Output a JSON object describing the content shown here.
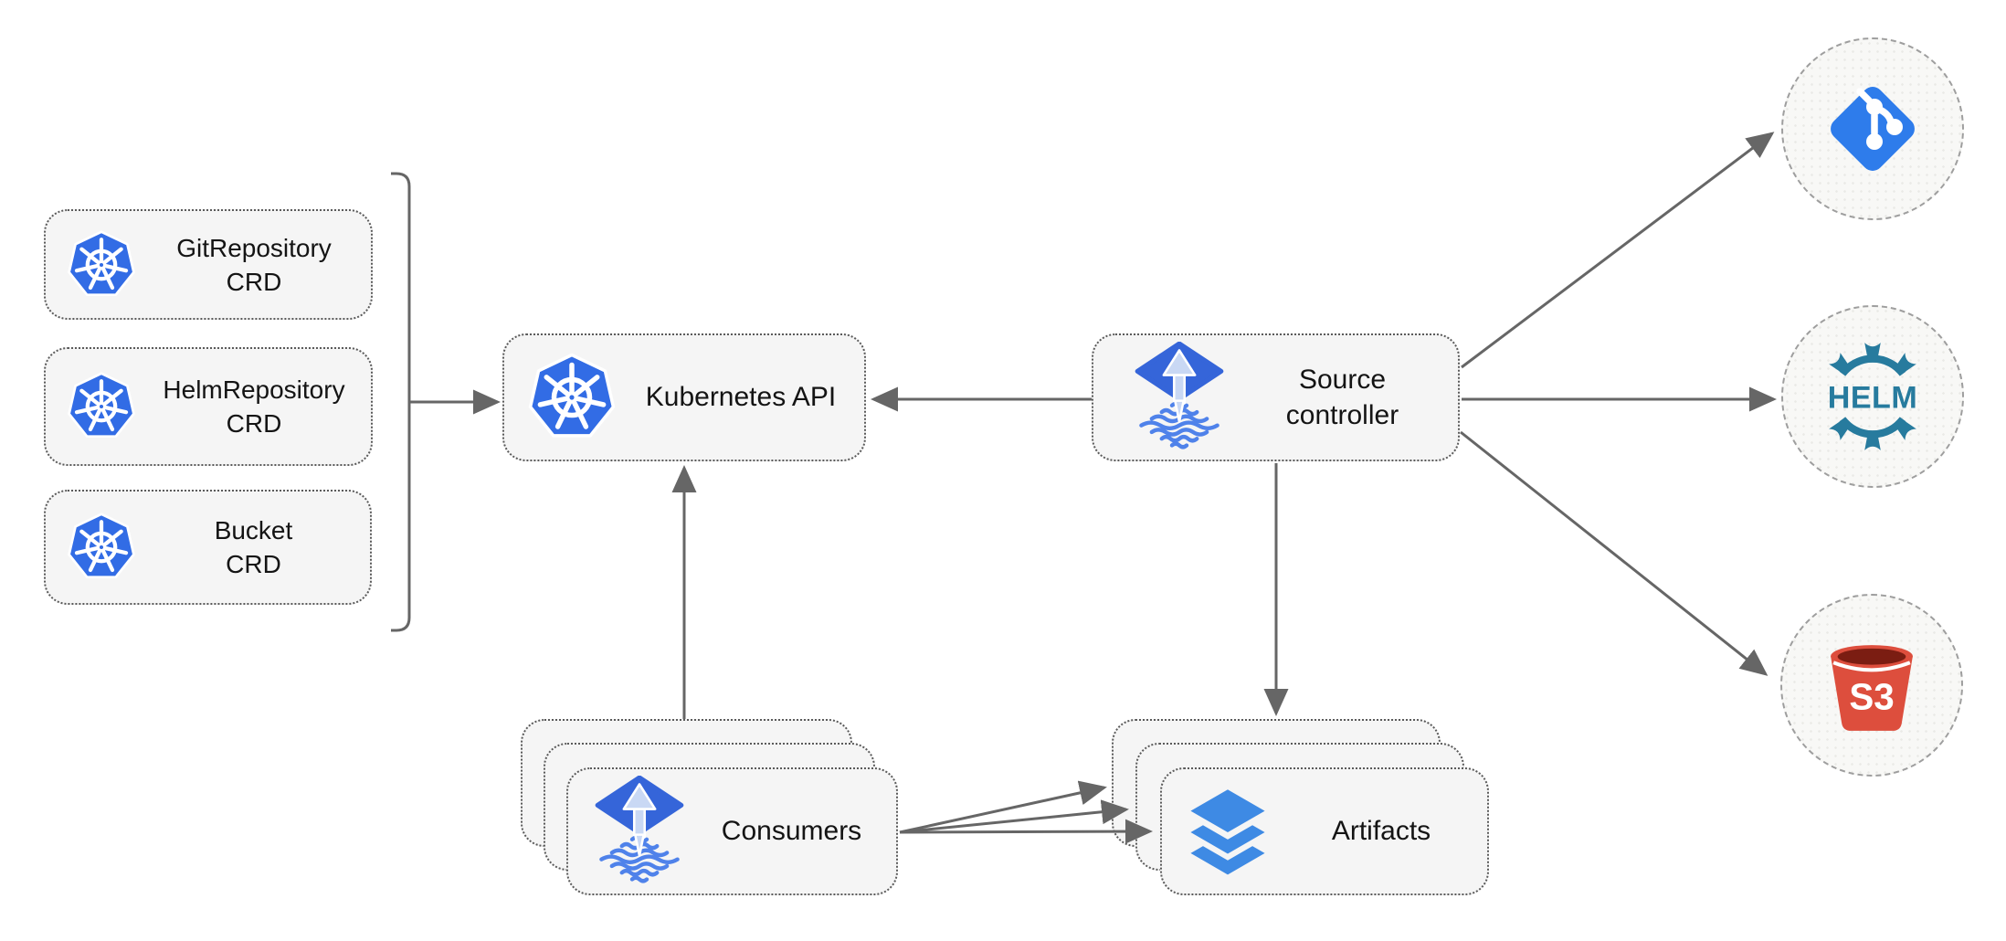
{
  "colors": {
    "canvas-bg": "#ffffff",
    "node-fill": "#f5f5f5",
    "node-border": "#5a5a5a",
    "circle-fill": "#f8f8f6",
    "circle-border": "#9e9e9e",
    "line": "#666666",
    "text": "#141414",
    "kubernetes-blue": "#326ce5",
    "flux-blue": "#3565d9",
    "flux-arrow": "#c9d8f4",
    "flux-wave": "#4f82ea",
    "git-blue": "#2e7ceb",
    "helm-teal": "#277b9e",
    "s3-red": "#dd4e3d",
    "s3-dark": "#7b1d12",
    "layers-blue": "#3e8ae4"
  },
  "nodes": {
    "crds": [
      {
        "line1": "GitRepository",
        "line2": "CRD"
      },
      {
        "line1": "HelmRepository",
        "line2": "CRD"
      },
      {
        "line1": "Bucket",
        "line2": "CRD"
      }
    ],
    "kubernetes_api": {
      "label": "Kubernetes API"
    },
    "source_controller": {
      "line1": "Source",
      "line2": "controller"
    },
    "consumers": {
      "label": "Consumers"
    },
    "artifacts": {
      "label": "Artifacts"
    },
    "helm": {
      "label": "HELM"
    },
    "s3": {
      "label": "S3"
    }
  },
  "edges": [
    {
      "from": "crd-group-bracket",
      "to": "kubernetes-api"
    },
    {
      "from": "consumers",
      "to": "kubernetes-api"
    },
    {
      "from": "source-controller",
      "to": "kubernetes-api"
    },
    {
      "from": "source-controller",
      "to": "git-endpoint"
    },
    {
      "from": "source-controller",
      "to": "helm-endpoint"
    },
    {
      "from": "source-controller",
      "to": "s3-endpoint"
    },
    {
      "from": "source-controller",
      "to": "artifacts"
    },
    {
      "from": "consumers",
      "to": "artifacts-back"
    },
    {
      "from": "consumers",
      "to": "artifacts-middle"
    },
    {
      "from": "consumers",
      "to": "artifacts-front"
    }
  ]
}
